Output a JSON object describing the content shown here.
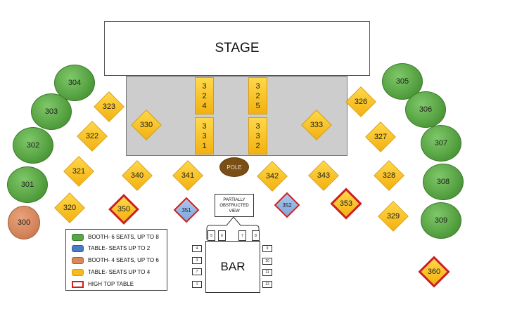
{
  "stage_label": "STAGE",
  "pole_label": "POLE",
  "obstructed_label": "PARTIALLY OBSTRUCTED VIEW",
  "bar_label": "BAR",
  "booths": {
    "b300": "300",
    "b301": "301",
    "b302": "302",
    "b303": "303",
    "b304": "304",
    "b305": "305",
    "b306": "306",
    "b307": "307",
    "b308": "308",
    "b309": "309"
  },
  "tables": {
    "t320": "320",
    "t321": "321",
    "t322": "322",
    "t323": "323",
    "t326": "326",
    "t327": "327",
    "t328": "328",
    "t329": "329",
    "t330": "330",
    "t333": "333",
    "t340": "340",
    "t341": "341",
    "t342": "342",
    "t343": "343"
  },
  "vertical_tables": {
    "v324": [
      "3",
      "2",
      "4"
    ],
    "v325": [
      "3",
      "2",
      "5"
    ],
    "v331": [
      "3",
      "3",
      "1"
    ],
    "v332": [
      "3",
      "3",
      "2"
    ]
  },
  "high_tops": {
    "h350": "350",
    "h351": "351",
    "h352": "352",
    "h353": "353",
    "h360": "360"
  },
  "bar_seats": {
    "top": [
      "5",
      "6",
      "7",
      "8"
    ],
    "left": [
      "4",
      "3",
      "7",
      "1"
    ],
    "right": [
      "9",
      "10",
      "11",
      "12"
    ]
  },
  "legend": [
    {
      "label": "BOOTH- 6 SEATS, UP TO 8",
      "color": "#5aa546"
    },
    {
      "label": "TABLE- SEATS UP TO 2",
      "color": "#4a7cc6"
    },
    {
      "label": "BOOTH- 4 SEATS, UP TO 6",
      "color": "#d9875b"
    },
    {
      "label": "TABLE- SEATS UP TO 4",
      "color": "#f5bb1a"
    },
    {
      "label": "HIGH TOP TABLE",
      "color": "#cc1f1f"
    }
  ]
}
